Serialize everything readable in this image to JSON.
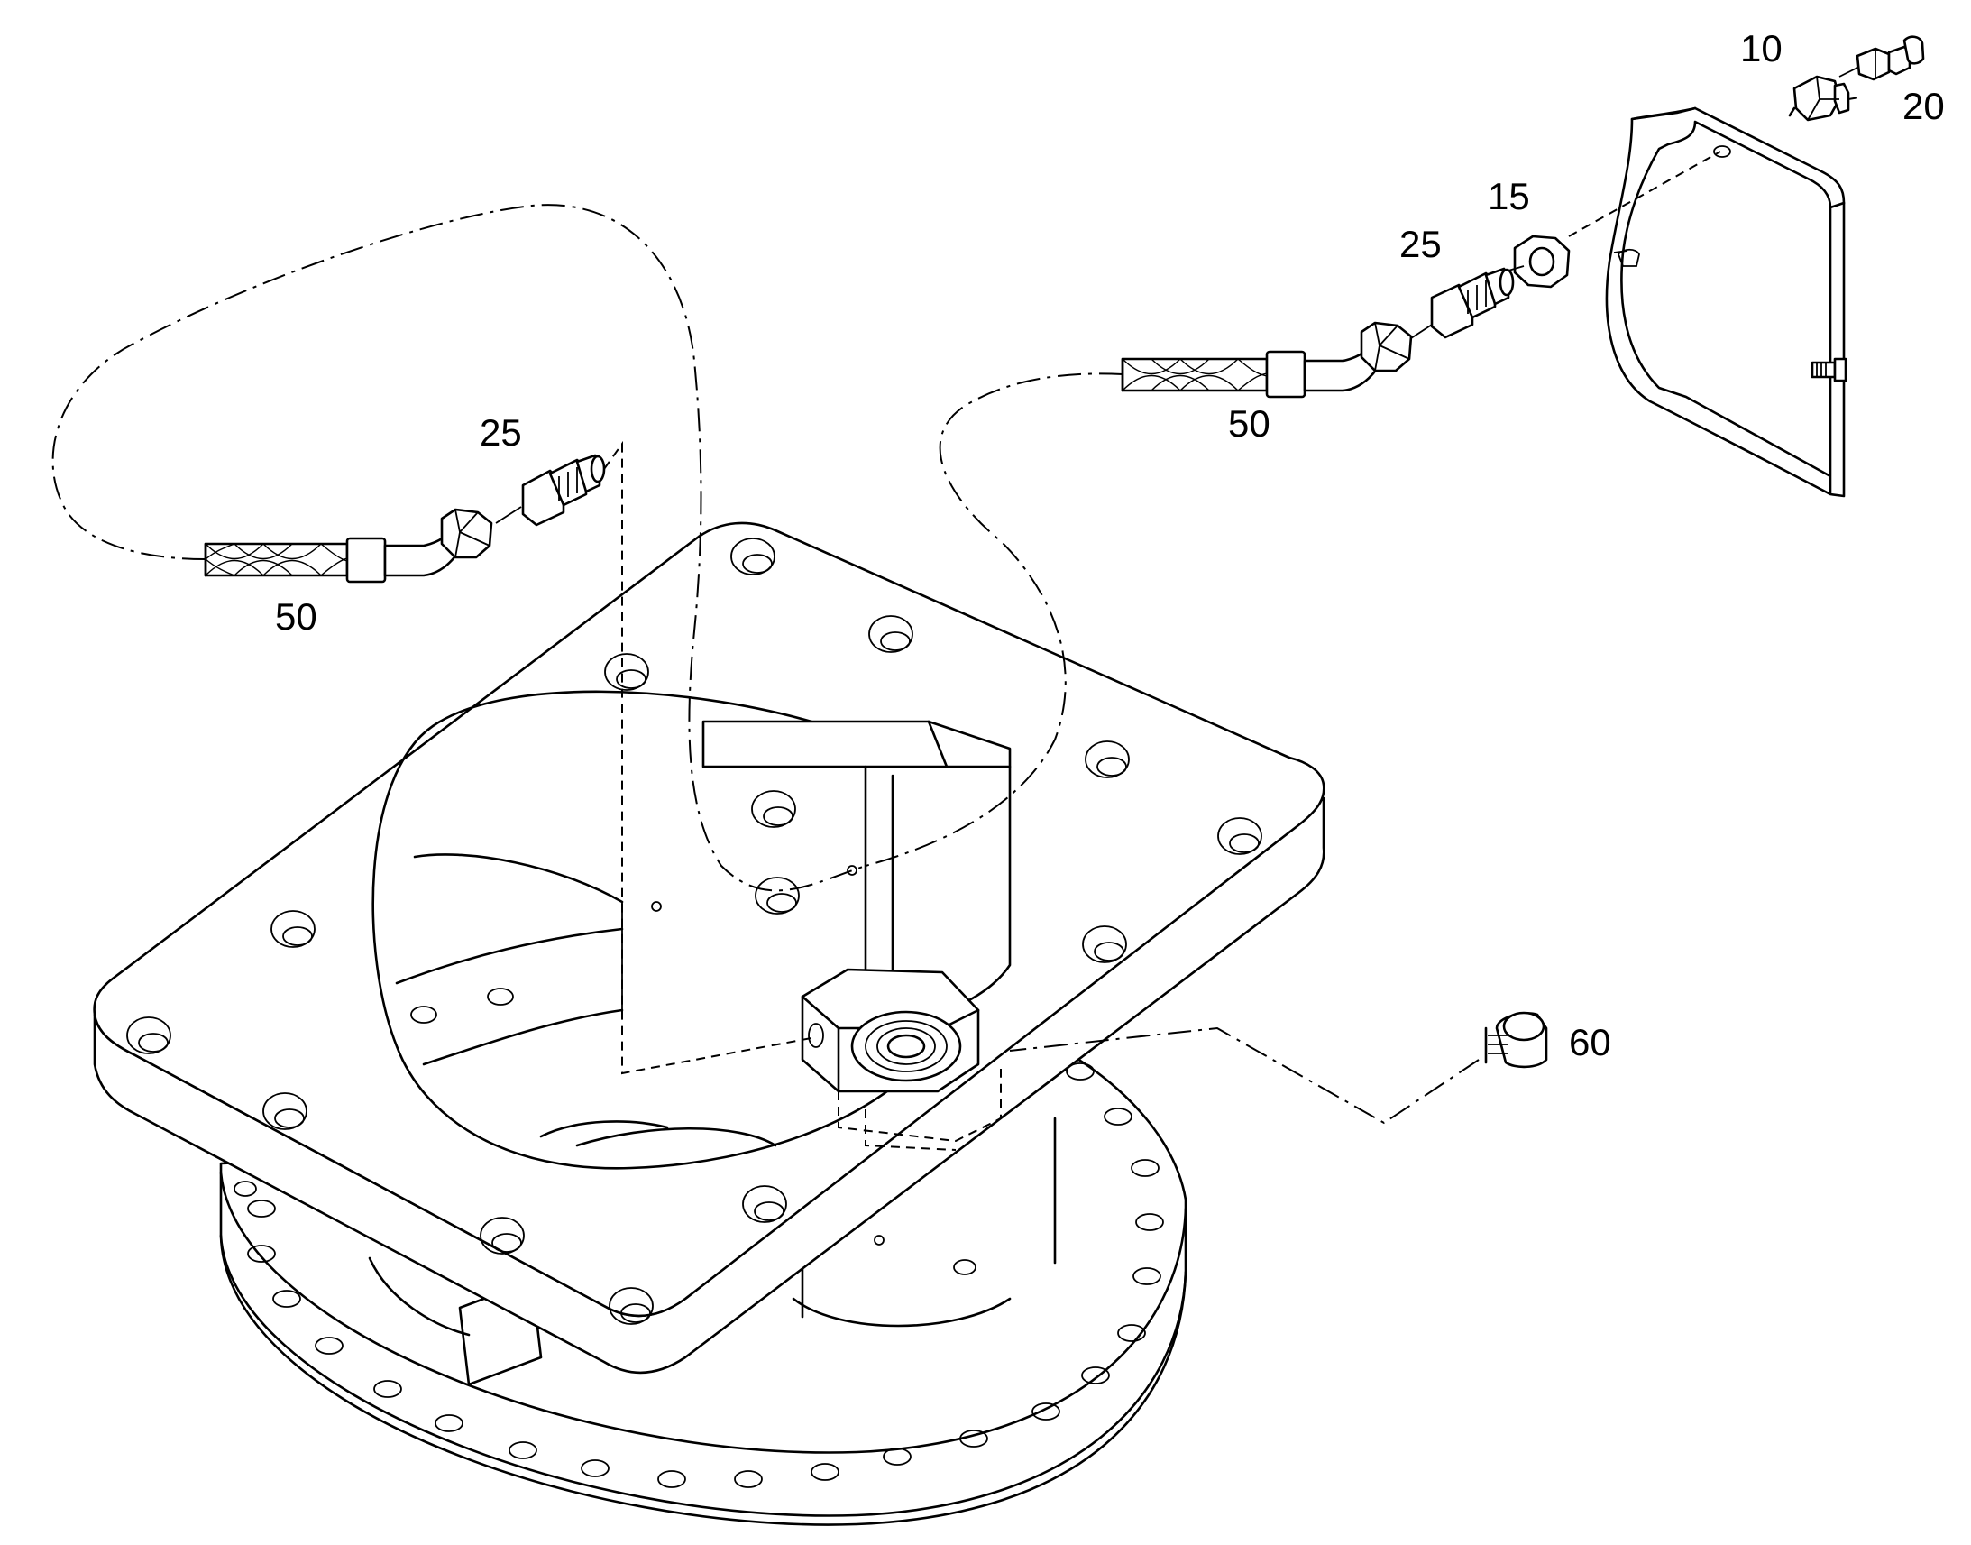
{
  "callouts": {
    "item_10": "10",
    "item_20": "20",
    "item_15": "15",
    "item_25_right": "25",
    "item_50_right": "50",
    "item_25_left": "25",
    "item_50_left": "50",
    "item_60": "60"
  }
}
